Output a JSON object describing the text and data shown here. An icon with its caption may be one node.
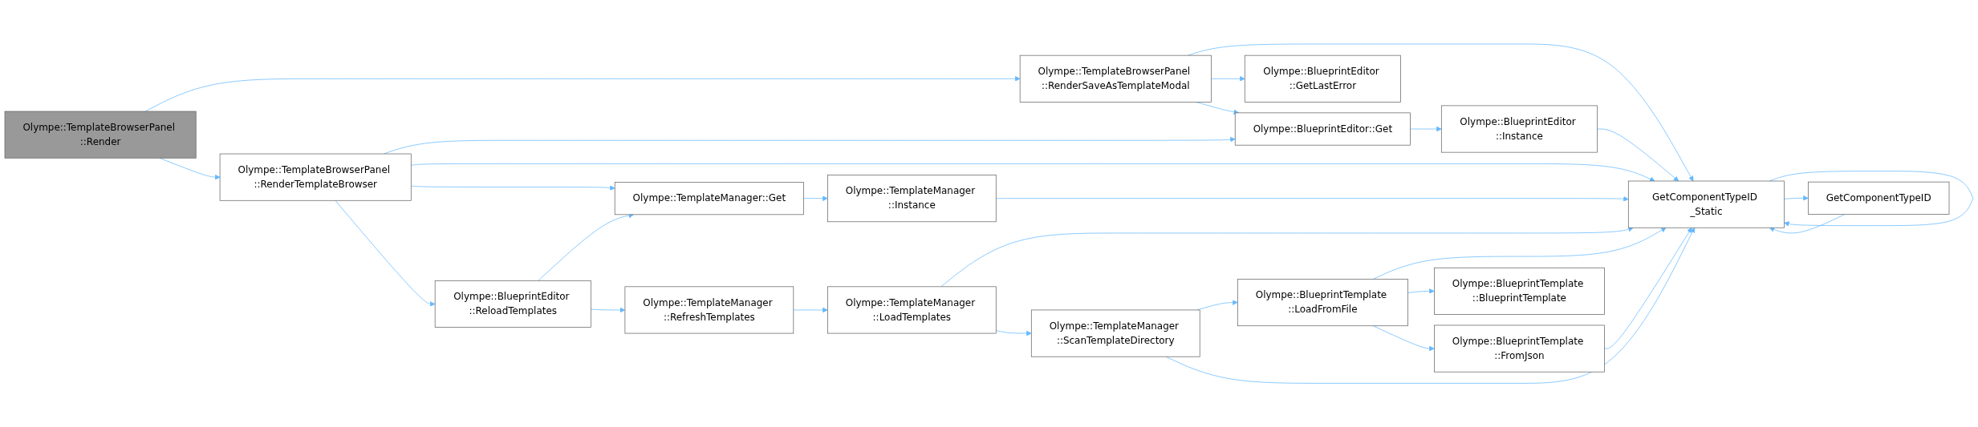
{
  "diagram": {
    "nodes": [
      {
        "text": [
          "Olympe::TemplateBrowserPanel ::Render"
        ]
      },
      {
        "text": [
          "Olympe::TemplateBrowserPanel ::RenderSaveAsTemplateModal"
        ]
      },
      {
        "text": [
          "Olympe::BlueprintEditor ::GetLastError"
        ]
      },
      {
        "text": [
          "Olympe::BlueprintEditor::Get"
        ]
      },
      {
        "text": [
          "Olympe::BlueprintEditor ::Instance"
        ]
      },
      {
        "text": [
          "Olympe::TemplateBrowserPanel ::RenderTemplateBrowser"
        ]
      },
      {
        "text": [
          "Olympe::TemplateManager::Get"
        ]
      },
      {
        "text": [
          "Olympe::TemplateManager ::Instance"
        ]
      },
      {
        "text": [
          "Olympe::BlueprintEditor ::ReloadTemplates"
        ]
      },
      {
        "text": [
          "Olympe::TemplateManager ::RefreshTemplates"
        ]
      },
      {
        "text": [
          "Olympe::TemplateManager ::LoadTemplates"
        ]
      },
      {
        "text": [
          "Olympe::TemplateManager ::ScanTemplateDirectory"
        ]
      },
      {
        "text": [
          "Olympe::BlueprintTemplate ::LoadFromFile"
        ]
      },
      {
        "text": [
          "Olympe::BlueprintTemplate ::BlueprintTemplate"
        ]
      },
      {
        "text": [
          "Olympe::BlueprintTemplate ::FromJson"
        ]
      },
      {
        "text": [
          "GetComponentTypeID _Static"
        ]
      },
      {
        "text": [
          "GetComponentTypeID"
        ]
      }
    ],
    "edges": [
      {
        "from": 0,
        "to": 1,
        "arrow": "to"
      },
      {
        "from": 0,
        "to": 5,
        "arrow": "to"
      },
      {
        "from": 1,
        "to": 15,
        "arrow": "to"
      },
      {
        "from": 1,
        "to": 2,
        "arrow": "to"
      },
      {
        "from": 1,
        "to": 3,
        "arrow": "to"
      },
      {
        "from": 3,
        "to": 4,
        "arrow": "to"
      },
      {
        "from": 4,
        "to": 15,
        "arrow": "to"
      },
      {
        "from": 5,
        "to": 3,
        "arrow": "to"
      },
      {
        "from": 5,
        "to": 15,
        "arrow": "to"
      },
      {
        "from": 5,
        "to": 6,
        "arrow": "to"
      },
      {
        "from": 5,
        "to": 8,
        "arrow": "to"
      },
      {
        "from": 6,
        "to": 7,
        "arrow": "to"
      },
      {
        "from": 7,
        "to": 15,
        "arrow": "to"
      },
      {
        "from": 8,
        "to": 6,
        "arrow": "to"
      },
      {
        "from": 8,
        "to": 9,
        "arrow": "to"
      },
      {
        "from": 9,
        "to": 10,
        "arrow": "to"
      },
      {
        "from": 10,
        "to": 15,
        "arrow": "to"
      },
      {
        "from": 10,
        "to": 11,
        "arrow": "to"
      },
      {
        "from": 11,
        "to": 12,
        "arrow": "to"
      },
      {
        "from": 11,
        "to": 15,
        "arrow": "to"
      },
      {
        "from": 12,
        "to": 15,
        "arrow": "to"
      },
      {
        "from": 12,
        "to": 13,
        "arrow": "to"
      },
      {
        "from": 12,
        "to": 14,
        "arrow": "to"
      },
      {
        "from": 14,
        "to": 15,
        "arrow": "to"
      },
      {
        "from": 15,
        "to": 15,
        "arrow": "to"
      },
      {
        "from": 15,
        "to": 16,
        "arrow": "to"
      },
      {
        "from": 16,
        "to": 15,
        "arrow": "to"
      }
    ]
  }
}
